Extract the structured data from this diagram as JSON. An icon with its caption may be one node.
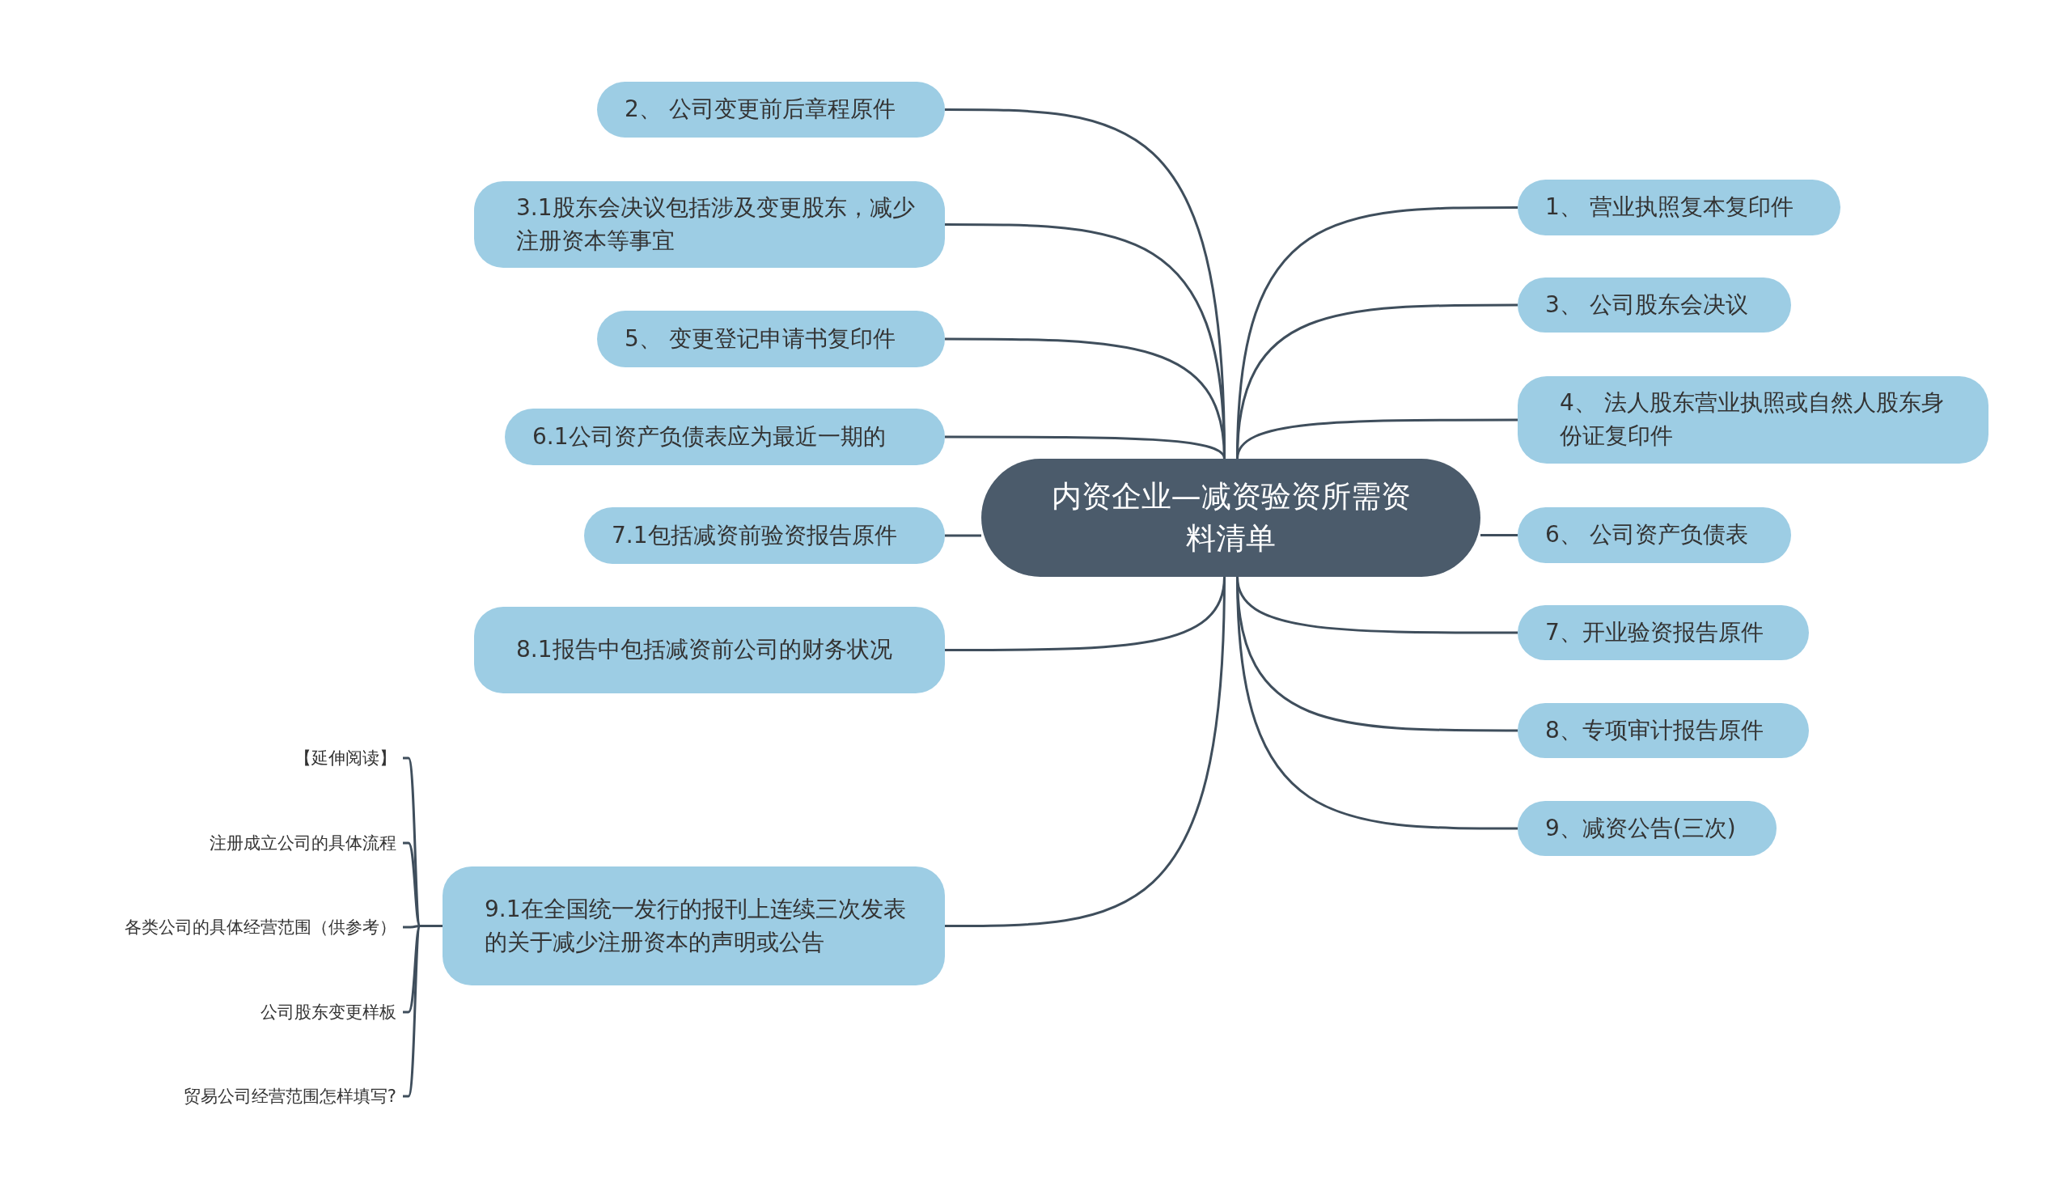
{
  "diagram": {
    "nodes": [
      {
        "text": [
          "内资企业—减资验资所需资料清单"
        ]
      },
      {
        "text": [
          "2、 公司变更前后章程原件"
        ]
      },
      {
        "text": [
          "3.1股东会决议包括涉及变更股东，减少注册资本等事宜"
        ]
      },
      {
        "text": [
          "5、 变更登记申请书复印件"
        ]
      },
      {
        "text": [
          "6.1公司资产负债表应为最近一期的"
        ]
      },
      {
        "text": [
          "7.1包括减资前验资报告原件"
        ]
      },
      {
        "text": [
          "8.1报告中包括减资前公司的财务状况"
        ]
      },
      {
        "text": [
          "9.1在全国统一发行的报刊上连续三次发表的关于减少注册资本的声明或公告"
        ]
      },
      {
        "text": [
          "1、 营业执照复本复印件"
        ]
      },
      {
        "text": [
          "3、 公司股东会决议"
        ]
      },
      {
        "text": [
          "4、 法人股东营业执照或自然人股东身份证复印件"
        ]
      },
      {
        "text": [
          "6、 公司资产负债表"
        ]
      },
      {
        "text": [
          "7、开业验资报告原件"
        ]
      },
      {
        "text": [
          "8、专项审计报告原件"
        ]
      },
      {
        "text": [
          "9、减资公告(三次)"
        ]
      },
      {
        "text": [
          "【延伸阅读】"
        ]
      },
      {
        "text": [
          "注册成立公司的具体流程"
        ]
      },
      {
        "text": [
          "各类公司的具体经营范围（供参考）"
        ]
      },
      {
        "text": [
          "公司股东变更样板"
        ]
      },
      {
        "text": [
          "贸易公司经营范围怎样填写?"
        ]
      }
    ],
    "edges": [
      {
        "from": 0,
        "to": 1,
        "arrow": "none"
      },
      {
        "from": 0,
        "to": 2,
        "arrow": "none"
      },
      {
        "from": 0,
        "to": 3,
        "arrow": "none"
      },
      {
        "from": 0,
        "to": 4,
        "arrow": "none"
      },
      {
        "from": 0,
        "to": 5,
        "arrow": "none"
      },
      {
        "from": 0,
        "to": 6,
        "arrow": "none"
      },
      {
        "from": 0,
        "to": 7,
        "arrow": "none"
      },
      {
        "from": 0,
        "to": 8,
        "arrow": "none"
      },
      {
        "from": 0,
        "to": 9,
        "arrow": "none"
      },
      {
        "from": 0,
        "to": 10,
        "arrow": "none"
      },
      {
        "from": 0,
        "to": 11,
        "arrow": "none"
      },
      {
        "from": 0,
        "to": 12,
        "arrow": "none"
      },
      {
        "from": 0,
        "to": 13,
        "arrow": "none"
      },
      {
        "from": 0,
        "to": 14,
        "arrow": "none"
      },
      {
        "from": 7,
        "to": 15,
        "arrow": "none"
      },
      {
        "from": 7,
        "to": 16,
        "arrow": "none"
      },
      {
        "from": 7,
        "to": 17,
        "arrow": "none"
      },
      {
        "from": 7,
        "to": 18,
        "arrow": "none"
      },
      {
        "from": 7,
        "to": 19,
        "arrow": "none"
      }
    ]
  }
}
